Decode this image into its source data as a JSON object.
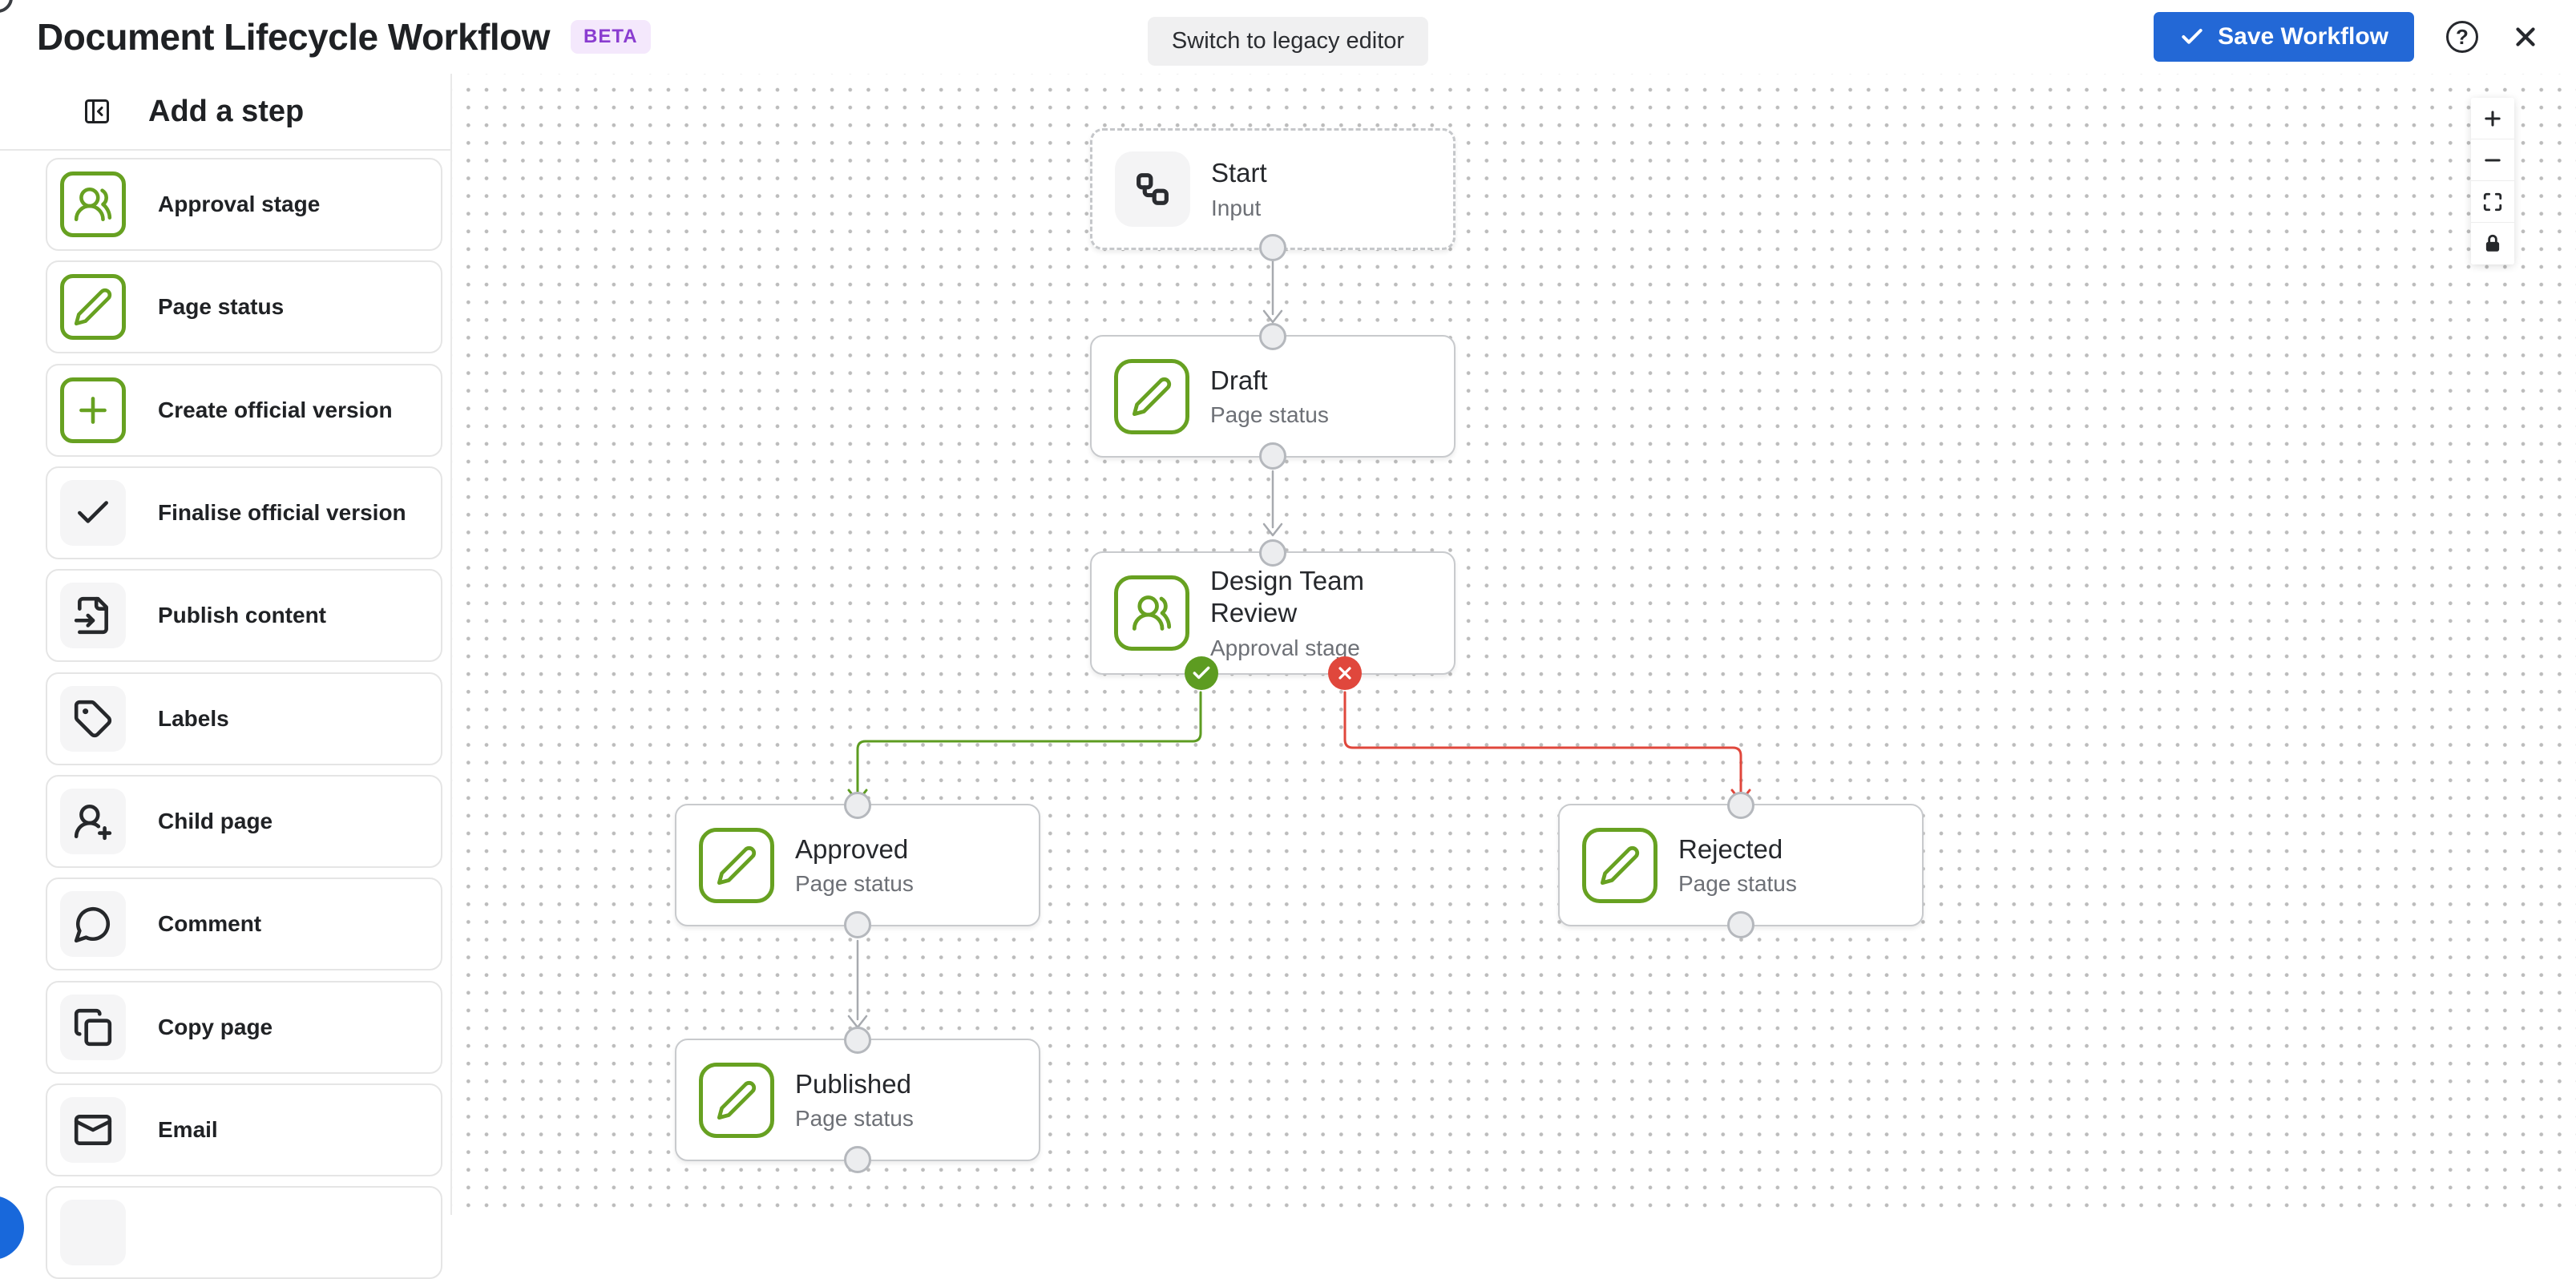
{
  "header": {
    "title": "Document Lifecycle Workflow",
    "beta_badge": "BETA",
    "switch_button": "Switch to legacy editor",
    "save_button": "Save Workflow",
    "help_glyph": "?"
  },
  "sidebar": {
    "title": "Add a step",
    "items": [
      {
        "label": "Approval stage",
        "icon": "users-icon",
        "style": "green"
      },
      {
        "label": "Page status",
        "icon": "pencil-icon",
        "style": "green"
      },
      {
        "label": "Create official version",
        "icon": "plus-icon",
        "style": "green"
      },
      {
        "label": "Finalise official version",
        "icon": "check-icon",
        "style": "gray"
      },
      {
        "label": "Publish content",
        "icon": "file-input-icon",
        "style": "gray"
      },
      {
        "label": "Labels",
        "icon": "tag-icon",
        "style": "gray"
      },
      {
        "label": "Child page",
        "icon": "user-plus-icon",
        "style": "gray"
      },
      {
        "label": "Comment",
        "icon": "speech-bubble-icon",
        "style": "gray"
      },
      {
        "label": "Copy page",
        "icon": "copy-icon",
        "style": "gray"
      },
      {
        "label": "Email",
        "icon": "mail-icon",
        "style": "gray"
      }
    ]
  },
  "canvas": {
    "nodes": [
      {
        "title": "Start",
        "subtitle": "Input",
        "icon": "workflow-icon",
        "variant": "start"
      },
      {
        "title": "Draft",
        "subtitle": "Page status",
        "icon": "pencil-icon",
        "variant": "page-status"
      },
      {
        "title": "Design Team Review",
        "subtitle": "Approval stage",
        "icon": "users-icon",
        "variant": "approval",
        "badges": [
          "approved-branch",
          "rejected-branch"
        ]
      },
      {
        "title": "Approved",
        "subtitle": "Page status",
        "icon": "pencil-icon",
        "variant": "page-status"
      },
      {
        "title": "Rejected",
        "subtitle": "Page status",
        "icon": "pencil-icon",
        "variant": "page-status"
      },
      {
        "title": "Published",
        "subtitle": "Page status",
        "icon": "pencil-icon",
        "variant": "page-status"
      }
    ],
    "edges": [
      {
        "from": "Start",
        "to": "Draft",
        "color": "gray"
      },
      {
        "from": "Draft",
        "to": "Design Team Review",
        "color": "gray"
      },
      {
        "from": "Design Team Review (approve)",
        "to": "Approved",
        "color": "green"
      },
      {
        "from": "Design Team Review (reject)",
        "to": "Rejected",
        "color": "red"
      },
      {
        "from": "Approved",
        "to": "Published",
        "color": "gray"
      }
    ],
    "controls": [
      "zoom-in",
      "zoom-out",
      "fit-view",
      "lock"
    ]
  },
  "colors": {
    "accent_green": "#67a121",
    "badge_green": "#5d9c21",
    "badge_red": "#e0473c",
    "save_blue": "#2368d6",
    "beta_purple": "#8a3dd0",
    "beta_bg": "#f4e8fc",
    "edge_gray": "#a7aaaf",
    "fab_blue": "#1868db"
  }
}
